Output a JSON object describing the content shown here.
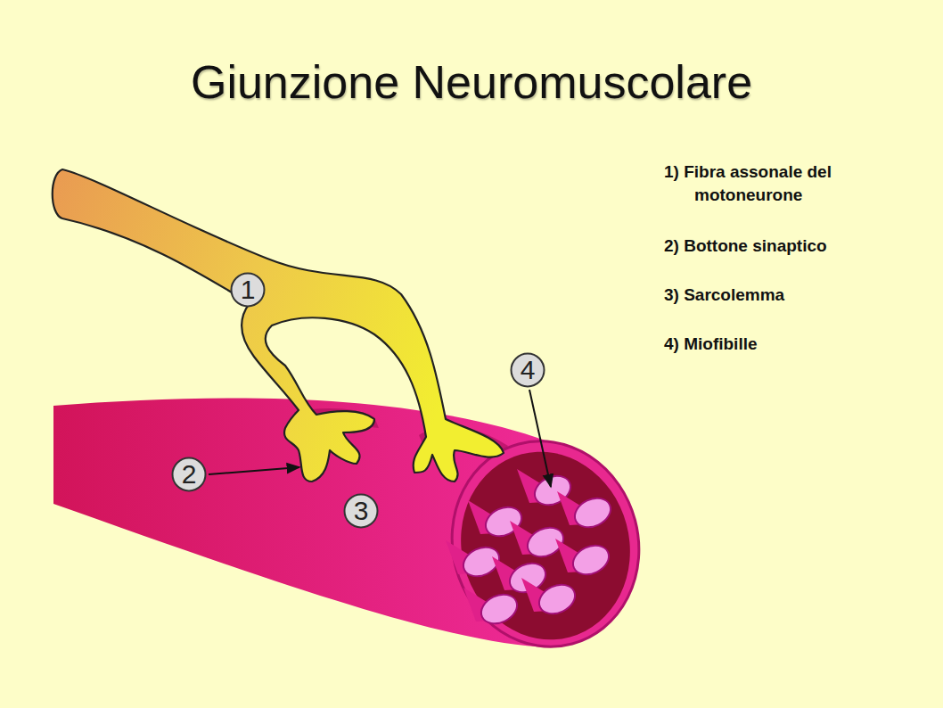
{
  "diagram": {
    "title": "Giunzione Neuromuscolare",
    "nodes": [
      {
        "text": [
          "1"
        ]
      },
      {
        "text": [
          "2"
        ]
      },
      {
        "text": [
          "3"
        ]
      },
      {
        "text": [
          "4"
        ]
      }
    ],
    "edges": [],
    "labels": [
      "1) Fibra assonale del motoneurone",
      "2) Bottone sinaptico",
      "3) Sarcolemma",
      "4) Miofibille"
    ]
  }
}
